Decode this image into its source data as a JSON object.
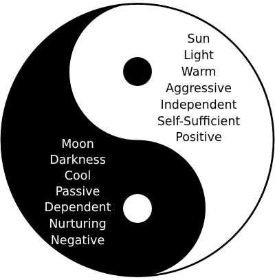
{
  "colors": {
    "yin": "#000000",
    "yang": "#ffffff",
    "outline": "#000000"
  },
  "yang_terms": [
    "Sun",
    "Light",
    "Warm",
    "Aggressive",
    "Independent",
    "Self-Sufficient",
    "Positive"
  ],
  "yin_terms": [
    "Moon",
    "Darkness",
    "Cool",
    "Passive",
    "Dependent",
    "Nurturing",
    "Negative"
  ]
}
